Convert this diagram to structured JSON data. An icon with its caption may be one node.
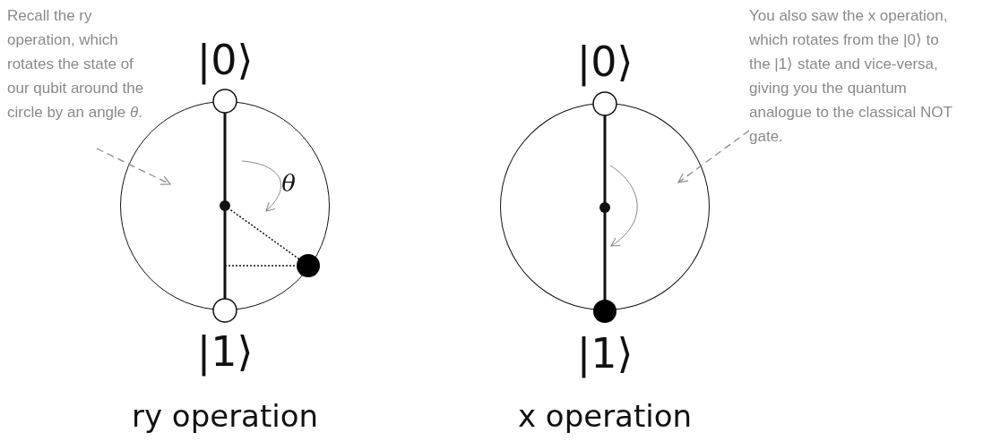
{
  "diagram": {
    "nodes": [
      {
        "text": [
          "Recall the ry operation, which rotates the state of our qubit around the circle by an angle *θ*."
        ]
      },
      {
        "text": [],
        "shape": "circle",
        "beside": [
          "|0⟩",
          "|1⟩"
        ]
      },
      {
        "text": [
          "You also saw the x operation, which rotates from the |0⟩ to the |1⟩ state and vice-versa, giving you the quantum analogue to the classical NOT gate."
        ]
      },
      {
        "text": [],
        "shape": "circle",
        "beside": [
          "|0⟩",
          "|1⟩"
        ]
      }
    ],
    "edges": [
      {
        "from": 0,
        "to": 1,
        "arrow": "to",
        "style": "dashed",
        "color": "#8c8c8c"
      },
      {
        "from": 2,
        "to": 3,
        "arrow": "to",
        "style": "dashed",
        "color": "#8c8c8c"
      }
    ],
    "labels": [
      "θ",
      "ry operation",
      "x operation"
    ]
  }
}
